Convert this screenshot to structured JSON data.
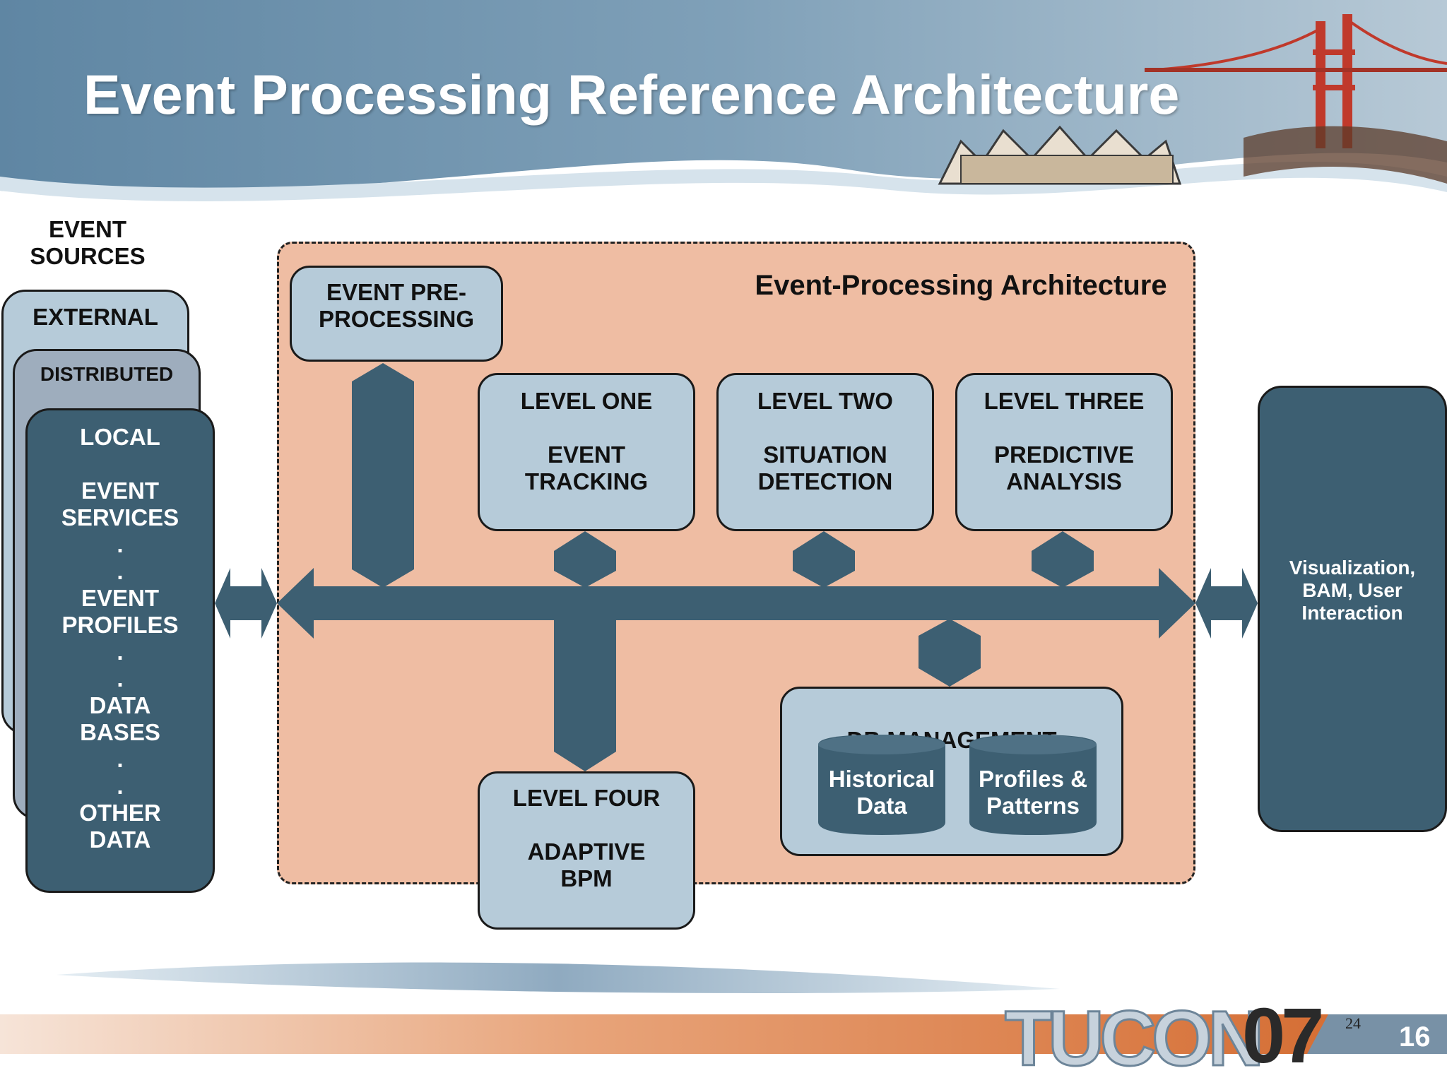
{
  "slide": {
    "title": "Event Processing Reference Architecture",
    "page_number": "16",
    "corner_number": "24",
    "logo": {
      "text": "TUCON",
      "year": "07"
    }
  },
  "sources": {
    "title": "EVENT\nSOURCES",
    "external": "EXTERNAL",
    "distributed": "DISTRIBUTED",
    "local_stack": "LOCAL\n\nEVENT\nSERVICES\n.\n.\nEVENT\nPROFILES\n.\n.\nDATA\nBASES\n.\n.\nOTHER\nDATA"
  },
  "architecture": {
    "title": "Event-Processing Architecture",
    "pre_processing": "EVENT PRE-\nPROCESSING",
    "level_one": "LEVEL ONE\n\nEVENT\nTRACKING",
    "level_two": "LEVEL TWO\n\nSITUATION\nDETECTION",
    "level_three": "LEVEL THREE\n\nPREDICTIVE\nANALYSIS",
    "level_four": "LEVEL FOUR\n\nADAPTIVE\nBPM",
    "db": {
      "title": "DB MANAGEMENT",
      "historical": "Historical\nData",
      "profiles": "Profiles &\nPatterns"
    }
  },
  "output": {
    "label": "Visualization,\nBAM, User\nInteraction"
  },
  "colors": {
    "header_blue": "#6d92ad",
    "dark_teal": "#3d5f72",
    "light_blue": "#b6cbd9",
    "mid_blue_grey": "#9eadbd",
    "salmon": "#efbda3",
    "footer_orange": "#d2662a"
  },
  "icons": {
    "header_image": "golden-gate-bridge-and-victorian-houses",
    "bus": "double-headed-arrow-bus"
  }
}
